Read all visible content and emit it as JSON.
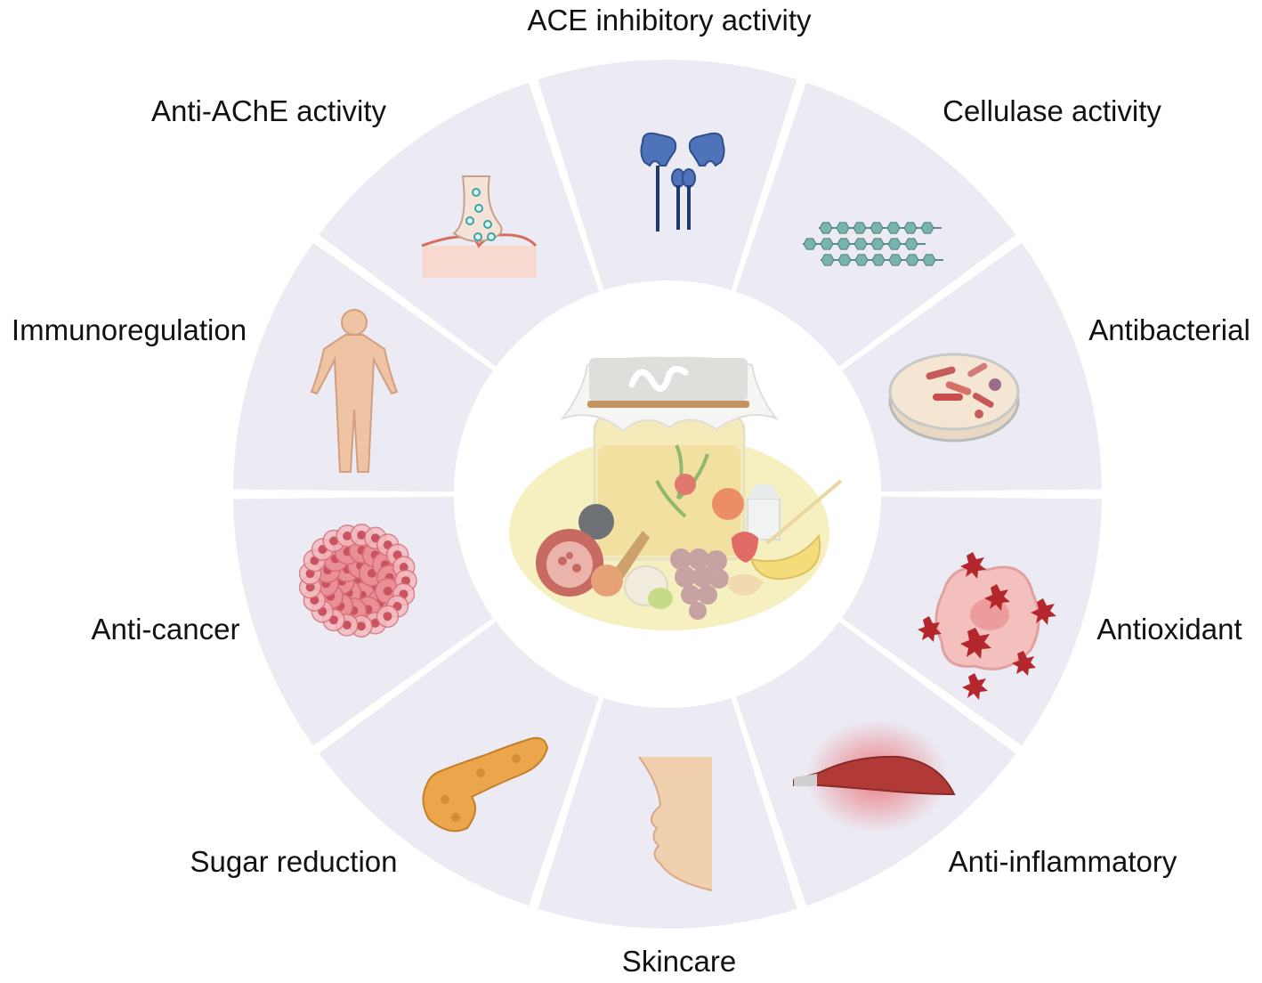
{
  "center": {
    "title": "",
    "icon": "fermented-jar-icon"
  },
  "colors": {
    "segment_fill": "#ecebf4",
    "segment_gap": "#ffffff",
    "center_glow": "#f5eeb8",
    "label_text": "#111111"
  },
  "segments": [
    {
      "id": "ace",
      "label": "ACE inhibitory activity",
      "icon": "receptor-icon"
    },
    {
      "id": "cellulase",
      "label": "Cellulase activity",
      "icon": "cellulose-chain-icon"
    },
    {
      "id": "antibacterial",
      "label": "Antibacterial",
      "icon": "petri-dish-icon"
    },
    {
      "id": "antioxidant",
      "label": "Antioxidant",
      "icon": "oxidized-cell-icon"
    },
    {
      "id": "anti-inflammatory",
      "label": "Anti-inflammatory",
      "icon": "inflamed-muscle-icon"
    },
    {
      "id": "skincare",
      "label": "Skincare",
      "icon": "face-profile-icon"
    },
    {
      "id": "sugar-reduction",
      "label": "Sugar reduction",
      "icon": "pancreas-icon"
    },
    {
      "id": "anti-cancer",
      "label": "Anti-cancer",
      "icon": "tumor-cells-icon"
    },
    {
      "id": "immunoregulation",
      "label": "Immunoregulation",
      "icon": "human-body-icon"
    },
    {
      "id": "anti-ache",
      "label": "Anti-AChE activity",
      "icon": "synapse-icon"
    }
  ]
}
